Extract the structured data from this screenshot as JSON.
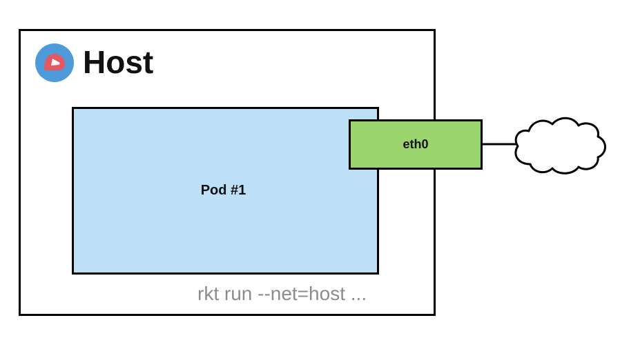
{
  "host": {
    "title": "Host",
    "logo_icon": "rkt-logo-icon"
  },
  "pod": {
    "label": "Pod #1",
    "fill": "#bde0f6"
  },
  "interface": {
    "label": "eth0",
    "fill": "#9bd56d"
  },
  "network": {
    "icon": "cloud-icon"
  },
  "command": "rkt run --net=host ..."
}
